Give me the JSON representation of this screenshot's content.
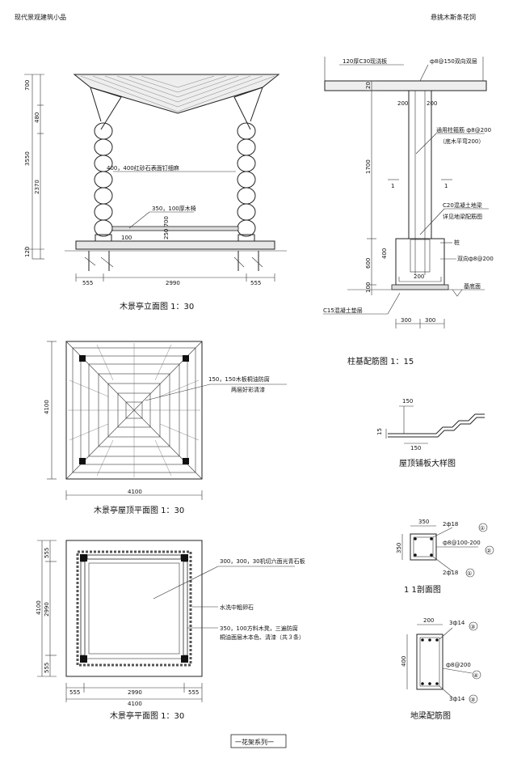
{
  "header": {
    "left_title": "现代景观建筑小品",
    "right_title": "悬挑木斯条花饲"
  },
  "elevation": {
    "title": "木景亭立面图  1：30",
    "dims_left": [
      "700",
      "480",
      "2370",
      "3550",
      "120"
    ],
    "dims_bottom": [
      "555",
      "2990",
      "555"
    ],
    "note_stone": "400，400红砂石表面钉细麻",
    "note_bench": "350，100厚木椅",
    "dim_small_a": "100",
    "dim_small_b": "250 700"
  },
  "roof_plan": {
    "title": "木景亭屋顶平面图  1：30",
    "note": "150，150木板桐油防腐",
    "note2": "两层好彩清漆",
    "dim_left": "4100",
    "dim_bottom": "4100"
  },
  "floor_plan": {
    "title": "木景亭平面图  1：30",
    "note_stone": "300，300，30机切六面光青石板",
    "note_pebble": "水洗中粗卵石",
    "note_bench": "350，100方料木凳，三遍防腐",
    "note_bench2": "桐油面层木本色、清漆（共３条）",
    "dims_left": [
      "555",
      "4100",
      "2990",
      "555"
    ],
    "dims_bottom": [
      "555",
      "2990",
      "555",
      "4100"
    ]
  },
  "column_detail": {
    "title": "柱基配筋图  1：15",
    "note_slab": "120厚C30现浇板",
    "note_rebar": "ф8@150双向双层",
    "note_stirrup": "通用柱箍筋  ф8@200",
    "note_stirrup2": "（底木平弯200）",
    "note_beam": "C20混凝土地梁",
    "note_beam2": "详见地梁配筋图",
    "note_pile": "桩",
    "note_mesh": "双向ф8@200",
    "note_base": "基底面",
    "note_cushion": "C15混凝土垫层",
    "dims": [
      "20",
      "200",
      "200",
      "1700",
      "400",
      "600",
      "200",
      "100",
      "300",
      "300"
    ],
    "section_mark": "1"
  },
  "roof_board_detail": {
    "title": "屋顶铺板大样图",
    "dims": [
      "150",
      "15",
      "150"
    ]
  },
  "section_1_1": {
    "title": "1  1剖面图",
    "dims": [
      "350",
      "350"
    ],
    "labels": [
      "2ф18",
      "ф8@100-200",
      "2ф18"
    ],
    "markers": [
      "①",
      "②",
      "①"
    ]
  },
  "ground_beam": {
    "title": "地梁配筋图",
    "dims": [
      "200",
      "400"
    ],
    "labels": [
      "3ф14",
      "ф8@200",
      "3ф14"
    ],
    "markers": [
      "③",
      "④",
      "③"
    ]
  },
  "footer": {
    "series": "一花架系列一"
  }
}
